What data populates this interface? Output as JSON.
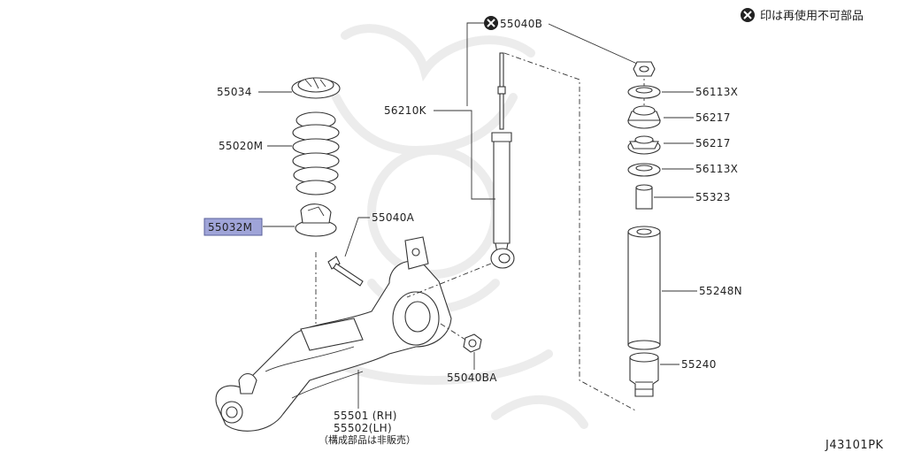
{
  "legend": {
    "text": "印は再使用不可部品"
  },
  "diagram_code": "J43101PK",
  "labels": {
    "p55034": "55034",
    "p55020M": "55020M",
    "p55032M": "55032M",
    "p55040A": "55040A",
    "p56210K": "56210K",
    "p55040B": "55040B",
    "p56113X_top": "56113X",
    "p56217_top": "56217",
    "p56217_bottom": "56217",
    "p56113X_bottom": "56113X",
    "p55323": "55323",
    "p55248N": "55248N",
    "p55240": "55240",
    "p55040BA": "55040BA",
    "p55501": "55501 (RH)",
    "p55502": "55502(LH)",
    "p_note": "（構成部品は非販売）"
  },
  "highlight_color": "#9fa4d8"
}
